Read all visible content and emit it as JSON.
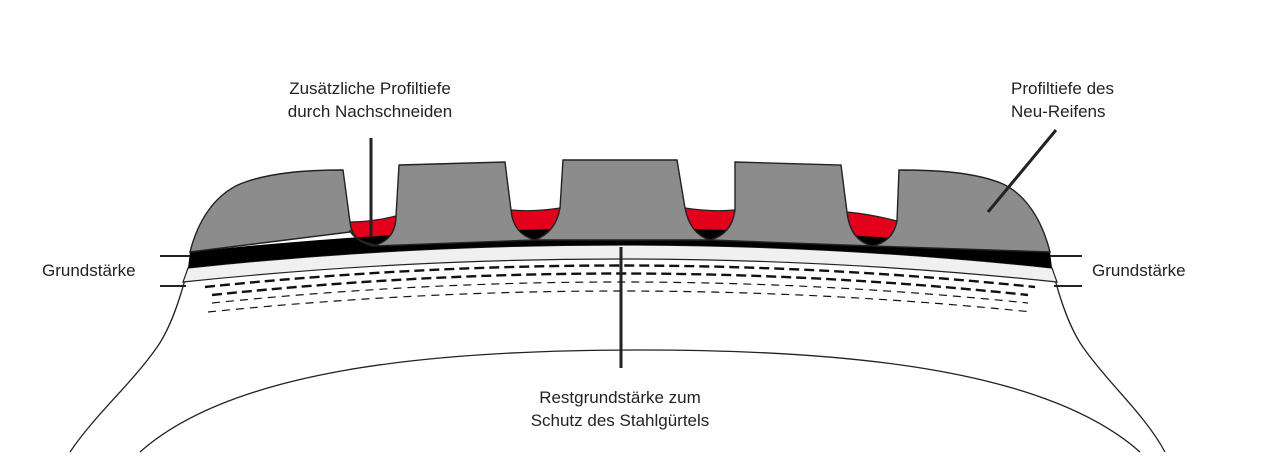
{
  "labels": {
    "regroove": {
      "line1": "Zusätzliche Profiltiefe",
      "line2": "durch Nachschneiden"
    },
    "new_tread": {
      "line1": "Profiltiefe des",
      "line2": "Neu-Reifens"
    },
    "base_left": "Grundstärke",
    "base_right": "Grundstärke",
    "remaining": {
      "line1": "Restgrundstärke zum",
      "line2": "Schutz des Stahlgürtels"
    }
  },
  "colors": {
    "tread": "#8c8c8c",
    "regroove": "#e2001a",
    "base_layer": "#000000",
    "liner": "#f0f0f0",
    "outline": "#222222",
    "text": "#222222"
  }
}
